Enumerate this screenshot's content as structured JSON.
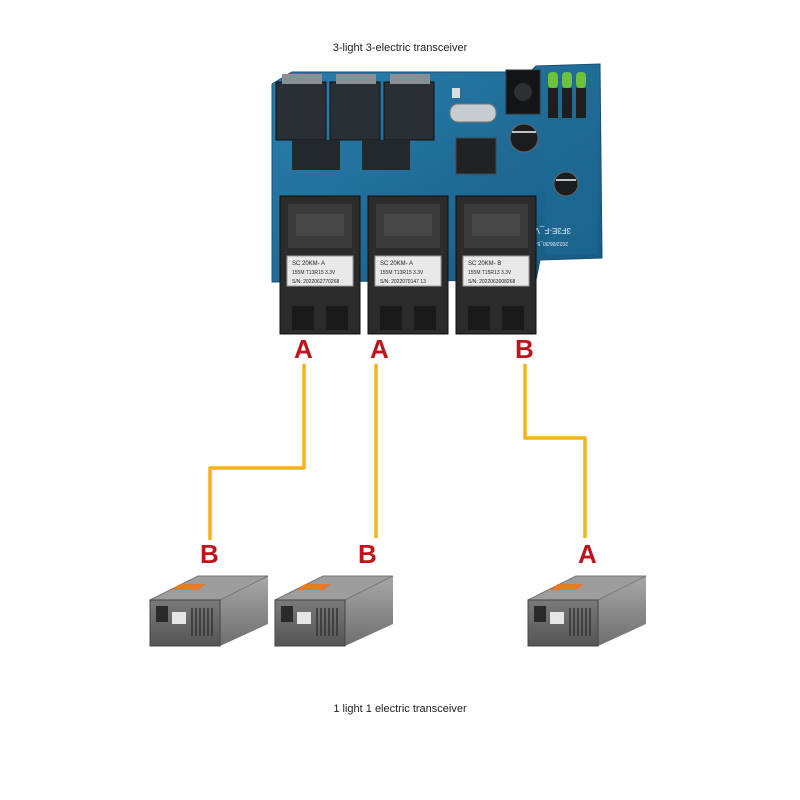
{
  "captions": {
    "top": "3-light 3-electric transceiver",
    "bottom": "1 light 1 electric transceiver"
  },
  "board_ports": [
    {
      "letter": "A",
      "module_line1": "SC    20KM- A",
      "module_line2": "155M   T13R15   3.3V",
      "module_line3": "S/N: 2022062770268"
    },
    {
      "letter": "A",
      "module_line1": "SC    20KM- A",
      "module_line2": "155M   T13R15   3.3V",
      "module_line3": "S/N: 2022070147 13"
    },
    {
      "letter": "B",
      "module_line1": "SC    20KM- B",
      "module_line2": "155M   T15R13   3.3V",
      "module_line3": "S/N: 2022063008268"
    }
  ],
  "converter_ports": [
    {
      "letter": "B"
    },
    {
      "letter": "B"
    },
    {
      "letter": "A"
    }
  ],
  "colors": {
    "fiber": "#f5b21a",
    "port_letter": "#c0141c",
    "pcb": "#1f6a96",
    "module_body": "#2b2b2b",
    "converter_body": "#8f8f8f",
    "converter_label": "#e8792a"
  },
  "icons": {
    "board": "pcb-board-icon",
    "converter": "media-converter-icon",
    "led": "green-led-icon"
  }
}
